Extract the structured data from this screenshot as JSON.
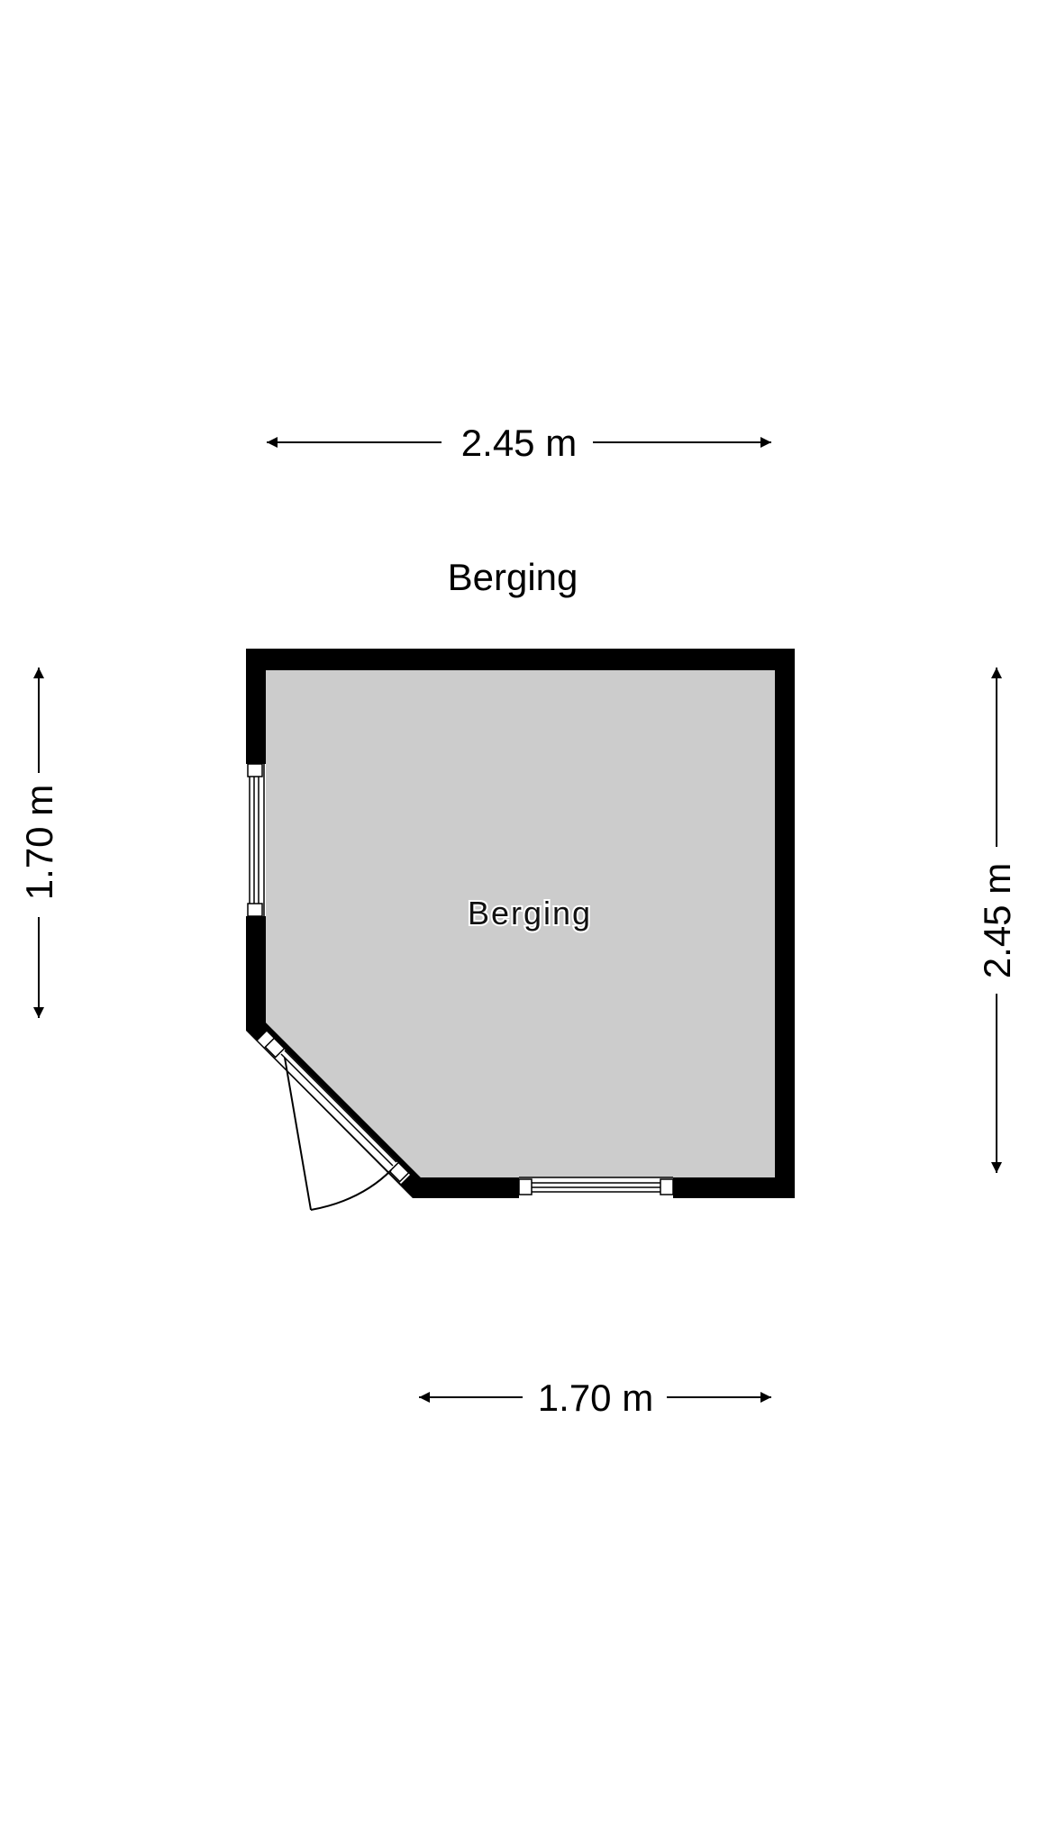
{
  "plan": {
    "title": "Berging",
    "room_label": "Berging",
    "dimensions": {
      "top": "2.45 m",
      "left": "1.70 m",
      "right": "2.45 m",
      "bottom": "1.70 m"
    },
    "colors": {
      "wall": "#000000",
      "floor": "#cccccc",
      "background": "#ffffff"
    }
  }
}
